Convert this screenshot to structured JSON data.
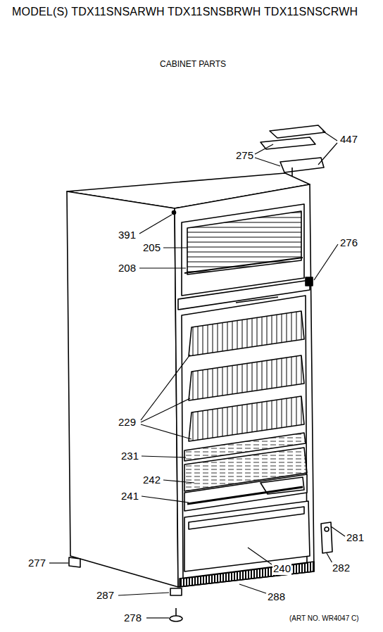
{
  "diagram": {
    "title": "MODEL(S) TDX11SNSARWH TDX11SNSBRWH TDX11SNSCRWH",
    "labels": [
      "CABINET PARTS",
      "447",
      "275",
      "391",
      "205",
      "276",
      "208",
      "229",
      "231",
      "242",
      "241",
      "281",
      "277",
      "282",
      "240",
      "287",
      "288",
      "278",
      "(ART NO. WR4047 C)"
    ]
  }
}
